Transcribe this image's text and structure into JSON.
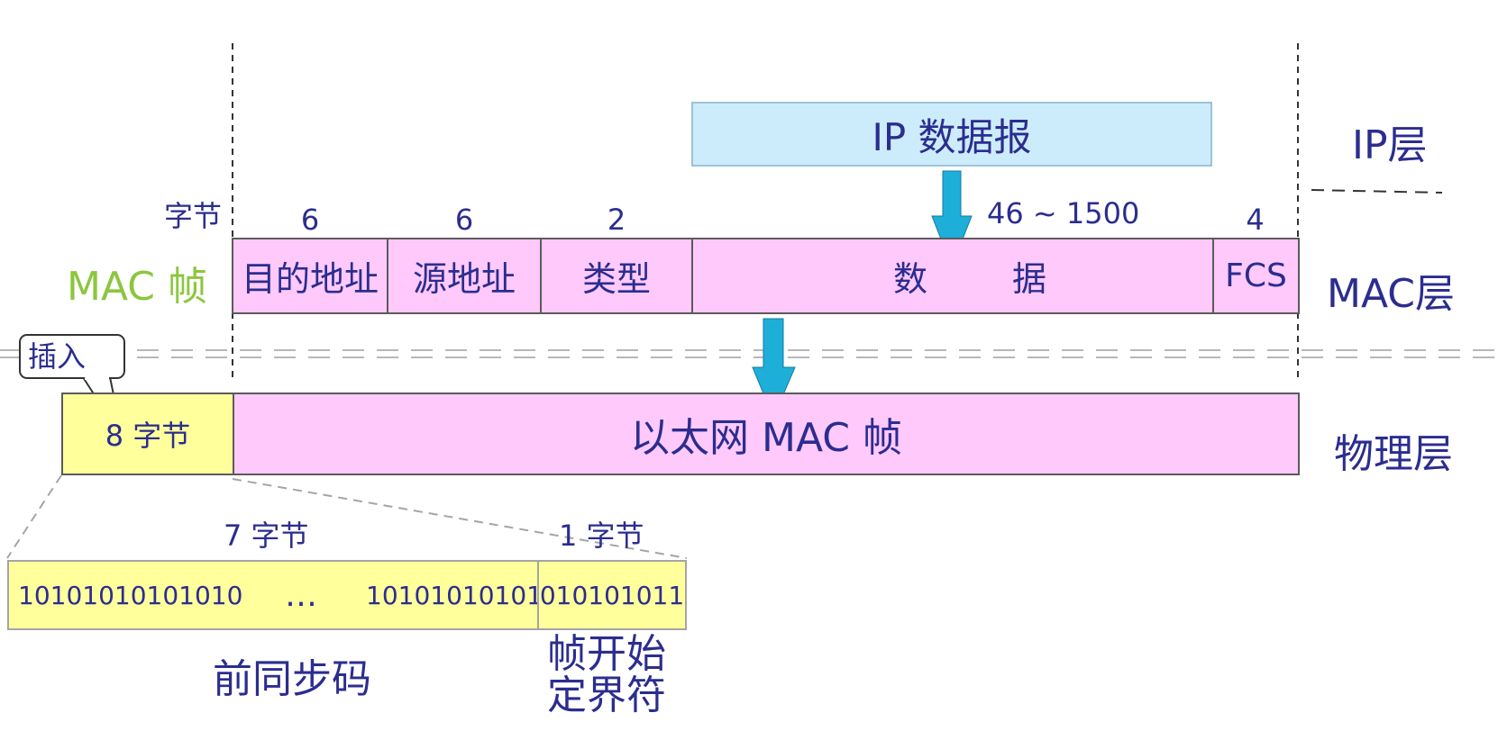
{
  "ip_layer": {
    "datagram_label": "IP 数据报",
    "layer_label": "IP层"
  },
  "mac_layer": {
    "frame_label": "MAC 帧",
    "unit_label": "字节",
    "layer_label": "MAC层",
    "fields": [
      {
        "size": "6",
        "label": "目的地址"
      },
      {
        "size": "6",
        "label": "源地址"
      },
      {
        "size": "2",
        "label": "类型"
      },
      {
        "size": "46 ~ 1500",
        "label_a": "数",
        "label_b": "据"
      },
      {
        "size": "4",
        "label": "FCS"
      }
    ]
  },
  "physical_layer": {
    "layer_label": "物理层",
    "insert_callout": "插入",
    "preamble_bytes": "8 字节",
    "frame_label": "以太网 MAC 帧"
  },
  "preamble_detail": {
    "sync_bytes": "7 字节",
    "sfd_bytes": "1 字节",
    "bits_left": "10101010101010",
    "ellipsis": "…",
    "bits_right": "10101010101",
    "sfd_bits": "010101011",
    "sync_label": "前同步码",
    "sfd_label_line1": "帧开始",
    "sfd_label_line2": "定界符"
  },
  "colors": {
    "pink": "#ffc9fb",
    "yellow": "#ffff9c",
    "light_blue": "#ccecfc",
    "arrow": "#1eafd9",
    "text": "#2b2d8f",
    "green": "#8cc63f"
  }
}
